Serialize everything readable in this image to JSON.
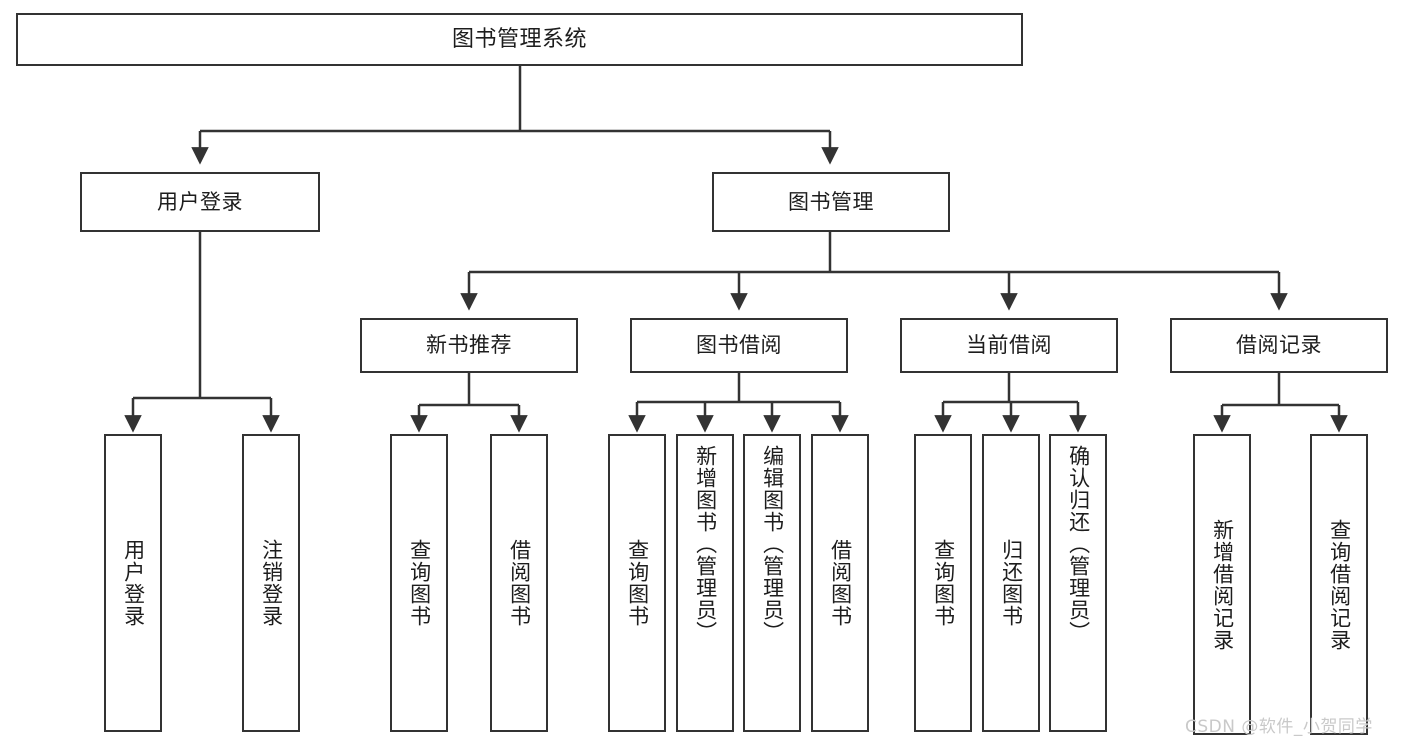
{
  "diagram": {
    "title": "图书管理系统",
    "watermark": "CSDN @软件_小贺同学",
    "line_color": "#333333",
    "box_fill": "#ffffff",
    "text_color": "#1d1d1d",
    "watermark_color": "#c9c9c9"
  },
  "nodes": {
    "root": {
      "label": "图书管理系统"
    },
    "level2": [
      {
        "label": "用户登录"
      },
      {
        "label": "图书管理"
      }
    ],
    "level3": [
      {
        "label": "新书推荐"
      },
      {
        "label": "图书借阅"
      },
      {
        "label": "当前借阅"
      },
      {
        "label": "借阅记录"
      }
    ],
    "leaves": {
      "user_login": [
        {
          "label": "用户登录"
        },
        {
          "label": "注销登录"
        }
      ],
      "new_book_recommend": [
        {
          "label": "查询图书"
        },
        {
          "label": "借阅图书"
        }
      ],
      "book_borrow": [
        {
          "label": "查询图书"
        },
        {
          "label": "新增图书（管理员）"
        },
        {
          "label": "编辑图书（管理员）"
        },
        {
          "label": "借阅图书"
        }
      ],
      "current_borrow": [
        {
          "label": "查询图书"
        },
        {
          "label": "归还图书"
        },
        {
          "label": "确认归还（管理员）"
        }
      ],
      "borrow_record": [
        {
          "label": "新增借阅记录"
        },
        {
          "label": "查询借阅记录"
        }
      ]
    }
  }
}
